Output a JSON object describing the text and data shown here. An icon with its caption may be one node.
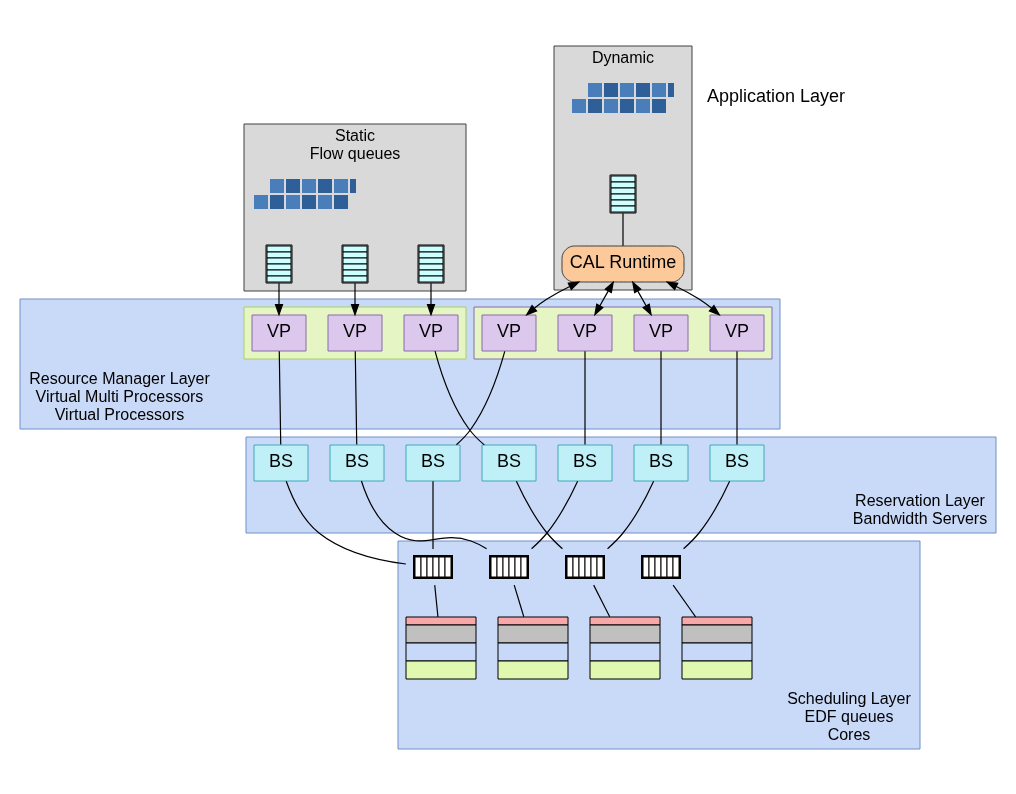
{
  "diagram": {
    "nodes": [
      {
        "text": [
          "Static",
          "Flow queues"
        ]
      },
      {
        "text": [],
        "shape": "picture",
        "in": 0
      },
      {
        "text": [],
        "shape": "box",
        "in": 0
      },
      {
        "text": [],
        "shape": "box",
        "in": 0
      },
      {
        "text": [],
        "shape": "box",
        "in": 0
      },
      {
        "text": [
          "Dynamic"
        ]
      },
      {
        "text": [],
        "shape": "picture",
        "in": 5
      },
      {
        "text": [],
        "shape": "box",
        "in": 5
      },
      {
        "text": [
          "CAL Runtime"
        ],
        "in": 5
      },
      {
        "text": [
          "Resource Manager Layer",
          "Virtual Multi Processors",
          "Virtual Processors"
        ]
      },
      {
        "text": [],
        "shape": "box",
        "in": 9
      },
      {
        "text": [
          "VP"
        ],
        "in": 10
      },
      {
        "text": [
          "VP"
        ],
        "in": 10
      },
      {
        "text": [
          "VP"
        ],
        "in": 10
      },
      {
        "text": [],
        "shape": "box",
        "in": 9
      },
      {
        "text": [
          "VP"
        ],
        "in": 14
      },
      {
        "text": [
          "VP"
        ],
        "in": 14
      },
      {
        "text": [
          "VP"
        ],
        "in": 14
      },
      {
        "text": [
          "VP"
        ],
        "in": 14
      },
      {
        "text": [
          "Reservation Layer",
          "Bandwidth Servers"
        ]
      },
      {
        "text": [
          "BS"
        ],
        "in": 19
      },
      {
        "text": [
          "BS"
        ],
        "in": 19
      },
      {
        "text": [
          "BS"
        ],
        "in": 19
      },
      {
        "text": [
          "BS"
        ],
        "in": 19
      },
      {
        "text": [
          "BS"
        ],
        "in": 19
      },
      {
        "text": [
          "BS"
        ],
        "in": 19
      },
      {
        "text": [
          "BS"
        ],
        "in": 19
      },
      {
        "text": [
          "Scheduling Layer",
          "EDF queues",
          "Cores"
        ]
      },
      {
        "text": [],
        "shape": "box",
        "in": 27
      },
      {
        "text": [],
        "shape": "box",
        "in": 27
      },
      {
        "text": [],
        "shape": "box",
        "in": 27
      },
      {
        "text": [],
        "shape": "box",
        "in": 27
      },
      {
        "text": [],
        "shape": "box",
        "in": 27
      },
      {
        "text": [],
        "shape": "box",
        "in": 27
      },
      {
        "text": [],
        "shape": "box",
        "in": 27
      },
      {
        "text": [],
        "shape": "box",
        "in": 27
      }
    ],
    "edges": [
      {
        "from": 2,
        "to": 11,
        "arrow": "to"
      },
      {
        "from": 3,
        "to": 12,
        "arrow": "to"
      },
      {
        "from": 4,
        "to": 13,
        "arrow": "to"
      },
      {
        "from": 7,
        "to": 8,
        "arrow": "none"
      },
      {
        "from": 8,
        "to": 15,
        "arrow": "both"
      },
      {
        "from": 8,
        "to": 16,
        "arrow": "both"
      },
      {
        "from": 8,
        "to": 17,
        "arrow": "both"
      },
      {
        "from": 8,
        "to": 18,
        "arrow": "both"
      },
      {
        "from": 11,
        "to": 20,
        "arrow": "none"
      },
      {
        "from": 12,
        "to": 21,
        "arrow": "none"
      },
      {
        "from": 13,
        "to": 22,
        "arrow": "none"
      },
      {
        "from": 15,
        "to": 23,
        "arrow": "none"
      },
      {
        "from": 16,
        "to": 24,
        "arrow": "none"
      },
      {
        "from": 17,
        "to": 25,
        "arrow": "none"
      },
      {
        "from": 18,
        "to": 26,
        "arrow": "none"
      },
      {
        "from": 20,
        "to": 28,
        "arrow": "none"
      },
      {
        "from": 21,
        "to": 29,
        "arrow": "none"
      },
      {
        "from": 22,
        "to": 30,
        "arrow": "none"
      },
      {
        "from": 23,
        "to": 28,
        "arrow": "none"
      },
      {
        "from": 24,
        "to": 29,
        "arrow": "none"
      },
      {
        "from": 25,
        "to": 30,
        "arrow": "none"
      },
      {
        "from": 26,
        "to": 31,
        "arrow": "none"
      },
      {
        "from": 28,
        "to": 32,
        "arrow": "none"
      },
      {
        "from": 29,
        "to": 33,
        "arrow": "none"
      },
      {
        "from": 30,
        "to": 34,
        "arrow": "none"
      },
      {
        "from": 31,
        "to": 35,
        "arrow": "none"
      }
    ],
    "labels": [
      "Application Layer"
    ]
  }
}
